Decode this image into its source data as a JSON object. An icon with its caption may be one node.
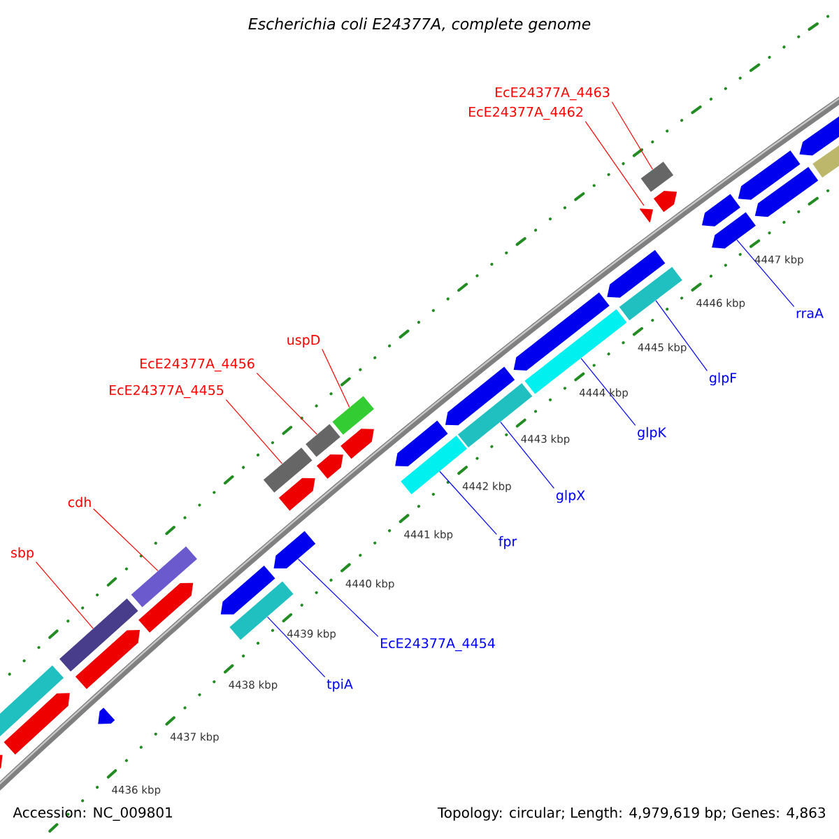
{
  "diagram": {
    "title": "Escherichia coli E24377A, complete genome",
    "nodes": [
      {
        "text": [
          "EcE24377A_4463"
        ]
      },
      {
        "text": [
          "EcE24377A_4462"
        ]
      },
      {
        "text": [
          "rraA"
        ]
      },
      {
        "text": [
          "uspD"
        ]
      },
      {
        "text": [
          "EcE24377A_4456"
        ]
      },
      {
        "text": [
          "glpF"
        ]
      },
      {
        "text": [
          "EcE24377A_4455"
        ]
      },
      {
        "text": [
          "glpK"
        ]
      },
      {
        "text": [
          "glpX"
        ]
      },
      {
        "text": [
          "cdh"
        ]
      },
      {
        "text": [
          "fpr"
        ]
      },
      {
        "text": [
          "sbp"
        ]
      },
      {
        "text": [
          "EcE24377A_4454"
        ]
      },
      {
        "text": [
          "tpiA"
        ]
      },
      {
        "text": [],
        "shape": "box"
      },
      {
        "text": [],
        "shape": "pentagon"
      },
      {
        "text": [],
        "shape": "pentagon"
      },
      {
        "text": [],
        "shape": "pentagon"
      },
      {
        "text": [],
        "shape": "box"
      },
      {
        "text": [],
        "shape": "pentagon"
      },
      {
        "text": [],
        "shape": "pentagon"
      },
      {
        "text": [],
        "shape": "box"
      },
      {
        "text": [],
        "shape": "box"
      },
      {
        "text": [],
        "shape": "pentagon"
      },
      {
        "text": [],
        "shape": "pentagon"
      },
      {
        "text": [],
        "shape": "box"
      },
      {
        "text": [],
        "shape": "pentagon"
      },
      {
        "text": [],
        "shape": "pentagon"
      },
      {
        "text": [],
        "shape": "box"
      },
      {
        "text": [],
        "shape": "pentagon"
      },
      {
        "text": [],
        "shape": "box"
      },
      {
        "text": [],
        "shape": "box"
      },
      {
        "text": [],
        "shape": "pentagon"
      },
      {
        "text": [],
        "shape": "pentagon"
      },
      {
        "text": [],
        "shape": "box"
      },
      {
        "text": [],
        "shape": "pentagon"
      },
      {
        "text": [],
        "shape": "box"
      },
      {
        "text": [],
        "shape": "pentagon"
      },
      {
        "text": [],
        "shape": "box"
      },
      {
        "text": [],
        "shape": "pentagon"
      },
      {
        "text": [],
        "shape": "pentagon"
      },
      {
        "text": [],
        "shape": "box"
      },
      {
        "text": [],
        "shape": "pentagon"
      },
      {
        "text": [],
        "shape": "pentagon"
      },
      {
        "text": [],
        "shape": "pentagon"
      },
      {
        "text": [],
        "shape": "pentagon"
      },
      {
        "text": [],
        "shape": "pentagon"
      },
      {
        "text": [],
        "shape": "box"
      }
    ],
    "edges": [
      {
        "from": 0,
        "to": 41,
        "arrow": "none",
        "color": "#ff0000"
      },
      {
        "from": 1,
        "to": 39,
        "arrow": "none",
        "color": "#ff0000"
      },
      {
        "from": 2,
        "to": 42,
        "arrow": "none",
        "color": "#0000ff"
      },
      {
        "from": 3,
        "to": 30,
        "arrow": "none",
        "color": "#ff0000"
      },
      {
        "from": 4,
        "to": 28,
        "arrow": "none",
        "color": "#ff0000"
      },
      {
        "from": 5,
        "to": 38,
        "arrow": "none",
        "color": "#0000ff"
      },
      {
        "from": 6,
        "to": 25,
        "arrow": "none",
        "color": "#ff0000"
      },
      {
        "from": 7,
        "to": 36,
        "arrow": "none",
        "color": "#0000ff"
      },
      {
        "from": 8,
        "to": 34,
        "arrow": "none",
        "color": "#0000ff"
      },
      {
        "from": 9,
        "to": 21,
        "arrow": "none",
        "color": "#ff0000"
      },
      {
        "from": 10,
        "to": 31,
        "arrow": "none",
        "color": "#0000ff"
      },
      {
        "from": 11,
        "to": 18,
        "arrow": "none",
        "color": "#ff0000"
      },
      {
        "from": 12,
        "to": 24,
        "arrow": "none",
        "color": "#0000ff"
      },
      {
        "from": 13,
        "to": 22,
        "arrow": "none",
        "color": "#0000ff"
      }
    ],
    "labels": [
      "4447 kbp",
      "4446 kbp",
      "4445 kbp",
      "4444 kbp",
      "4443 kbp",
      "4442 kbp",
      "4441 kbp",
      "4440 kbp",
      "4439 kbp",
      "4438 kbp",
      "4437 kbp",
      "4436 kbp",
      "Accession: NC_009801",
      "Topology: circular; Length: 4,979,619 bp; Genes: 4,863"
    ]
  }
}
